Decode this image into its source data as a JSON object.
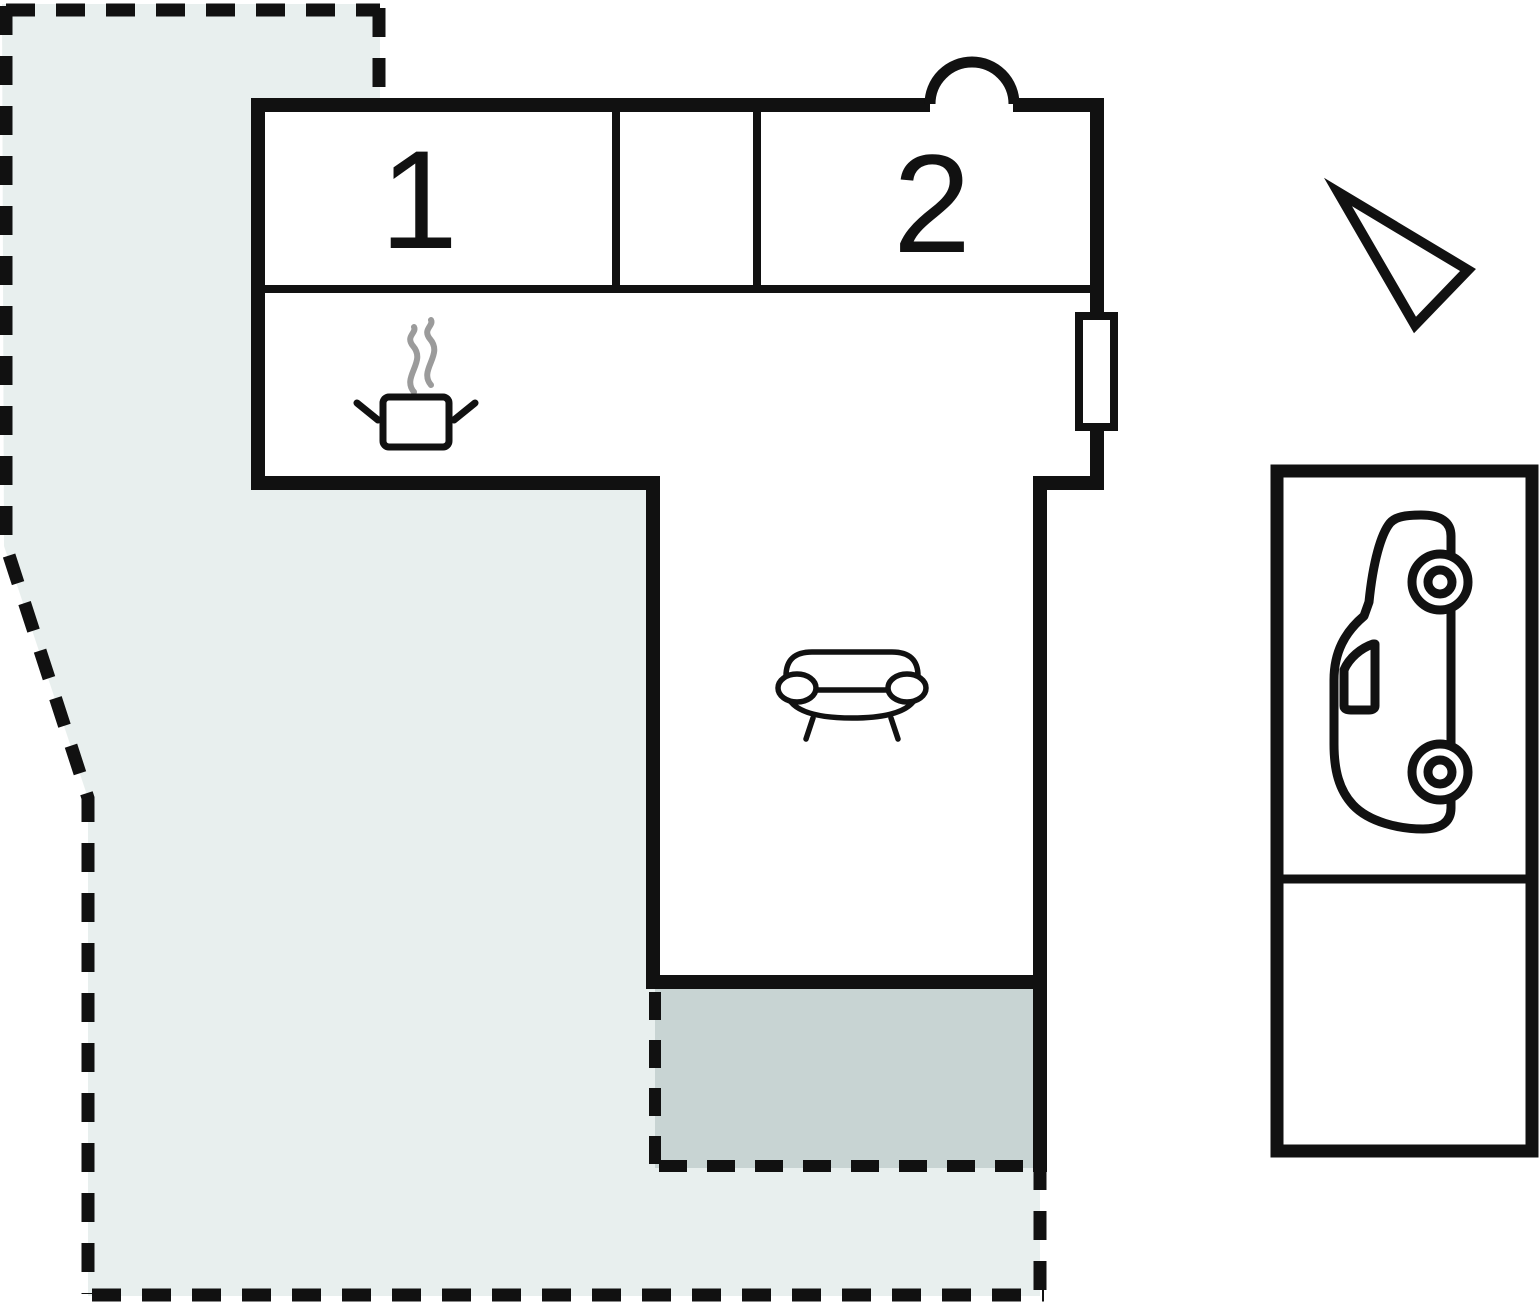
{
  "colors": {
    "background": "#ffffff",
    "outline": "#111111",
    "plot_fill": "#e8efee",
    "terrace_fill": "#c8d4d3",
    "steam": "#9b9b9b"
  },
  "floorplan": {
    "room_labels": [
      {
        "id": "room-1",
        "label": "1"
      },
      {
        "id": "room-2",
        "label": "2"
      }
    ],
    "icons": [
      "cooking-pot-icon",
      "sofa-icon",
      "car-icon",
      "north-arrow-icon",
      "entrance-door-arc",
      "window"
    ]
  }
}
